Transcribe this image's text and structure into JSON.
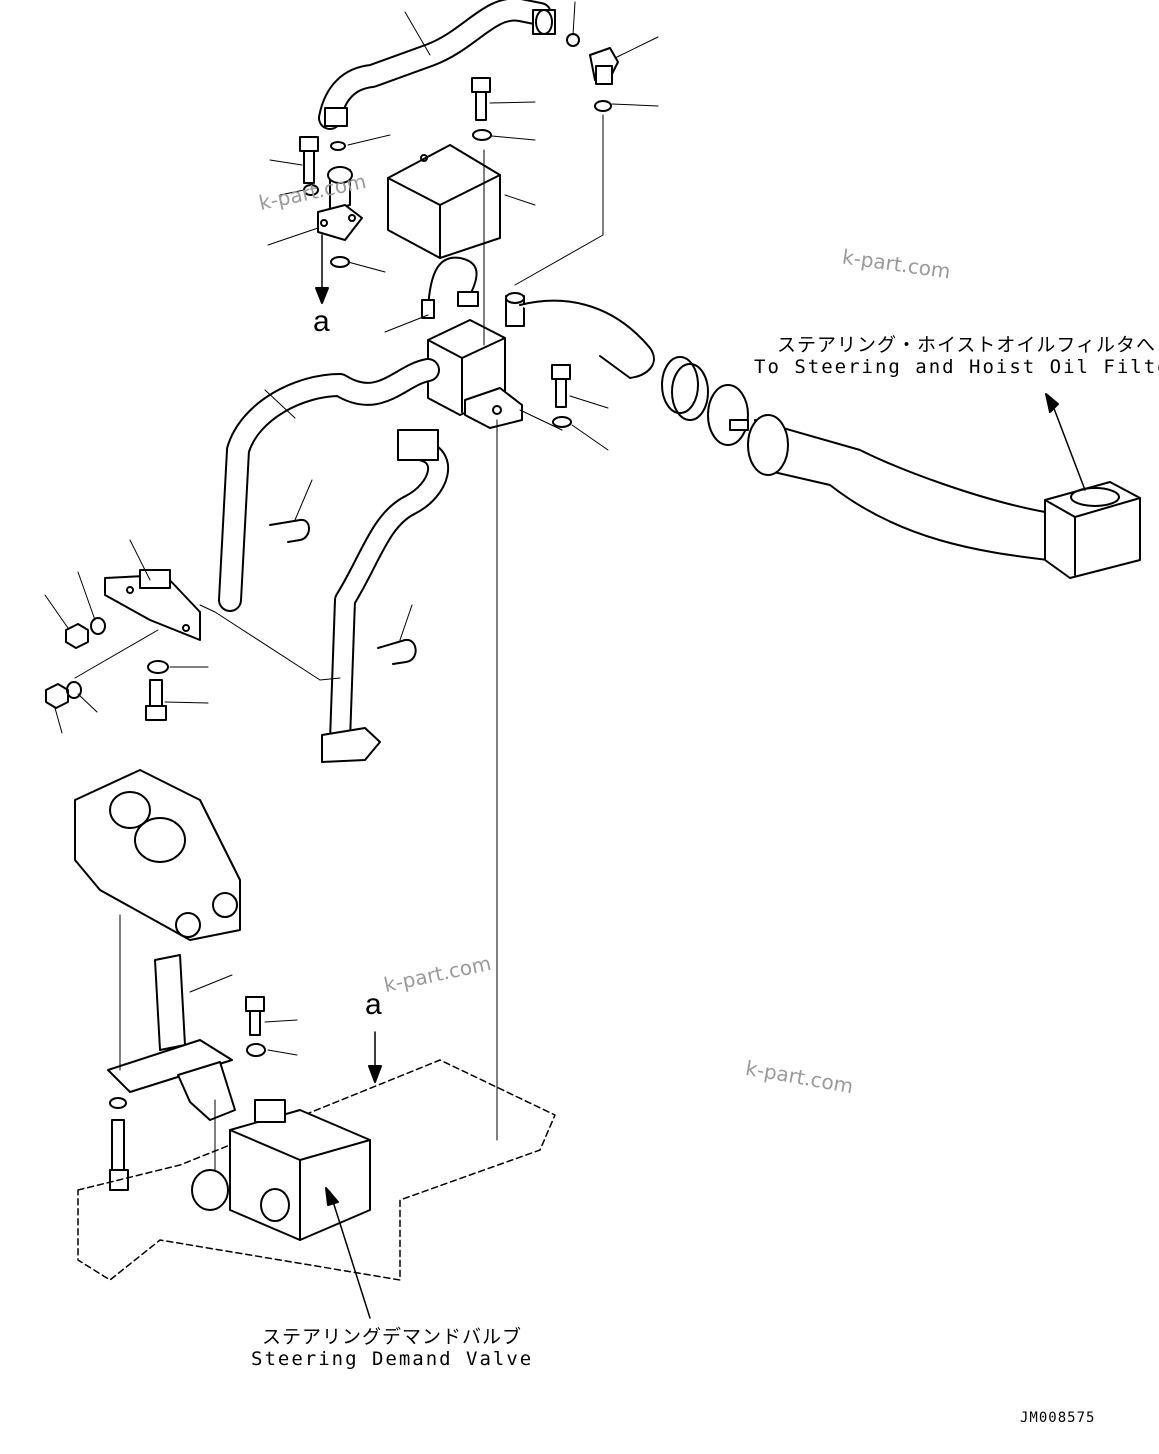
{
  "labels": {
    "filter_jp": "ステアリング・ホイストオイルフィルタへ",
    "filter_en": "To Steering and Hoist Oil Filter",
    "valve_jp": "ステアリングデマンドバルブ",
    "valve_en": "Steering Demand Valve",
    "ref_upper": "a",
    "ref_lower": "a",
    "drawing_code": "JM008575"
  },
  "watermark": "k-part.com",
  "colors": {
    "line": "#000000",
    "watermark": "#9a9a9a",
    "background": "#ffffff"
  }
}
